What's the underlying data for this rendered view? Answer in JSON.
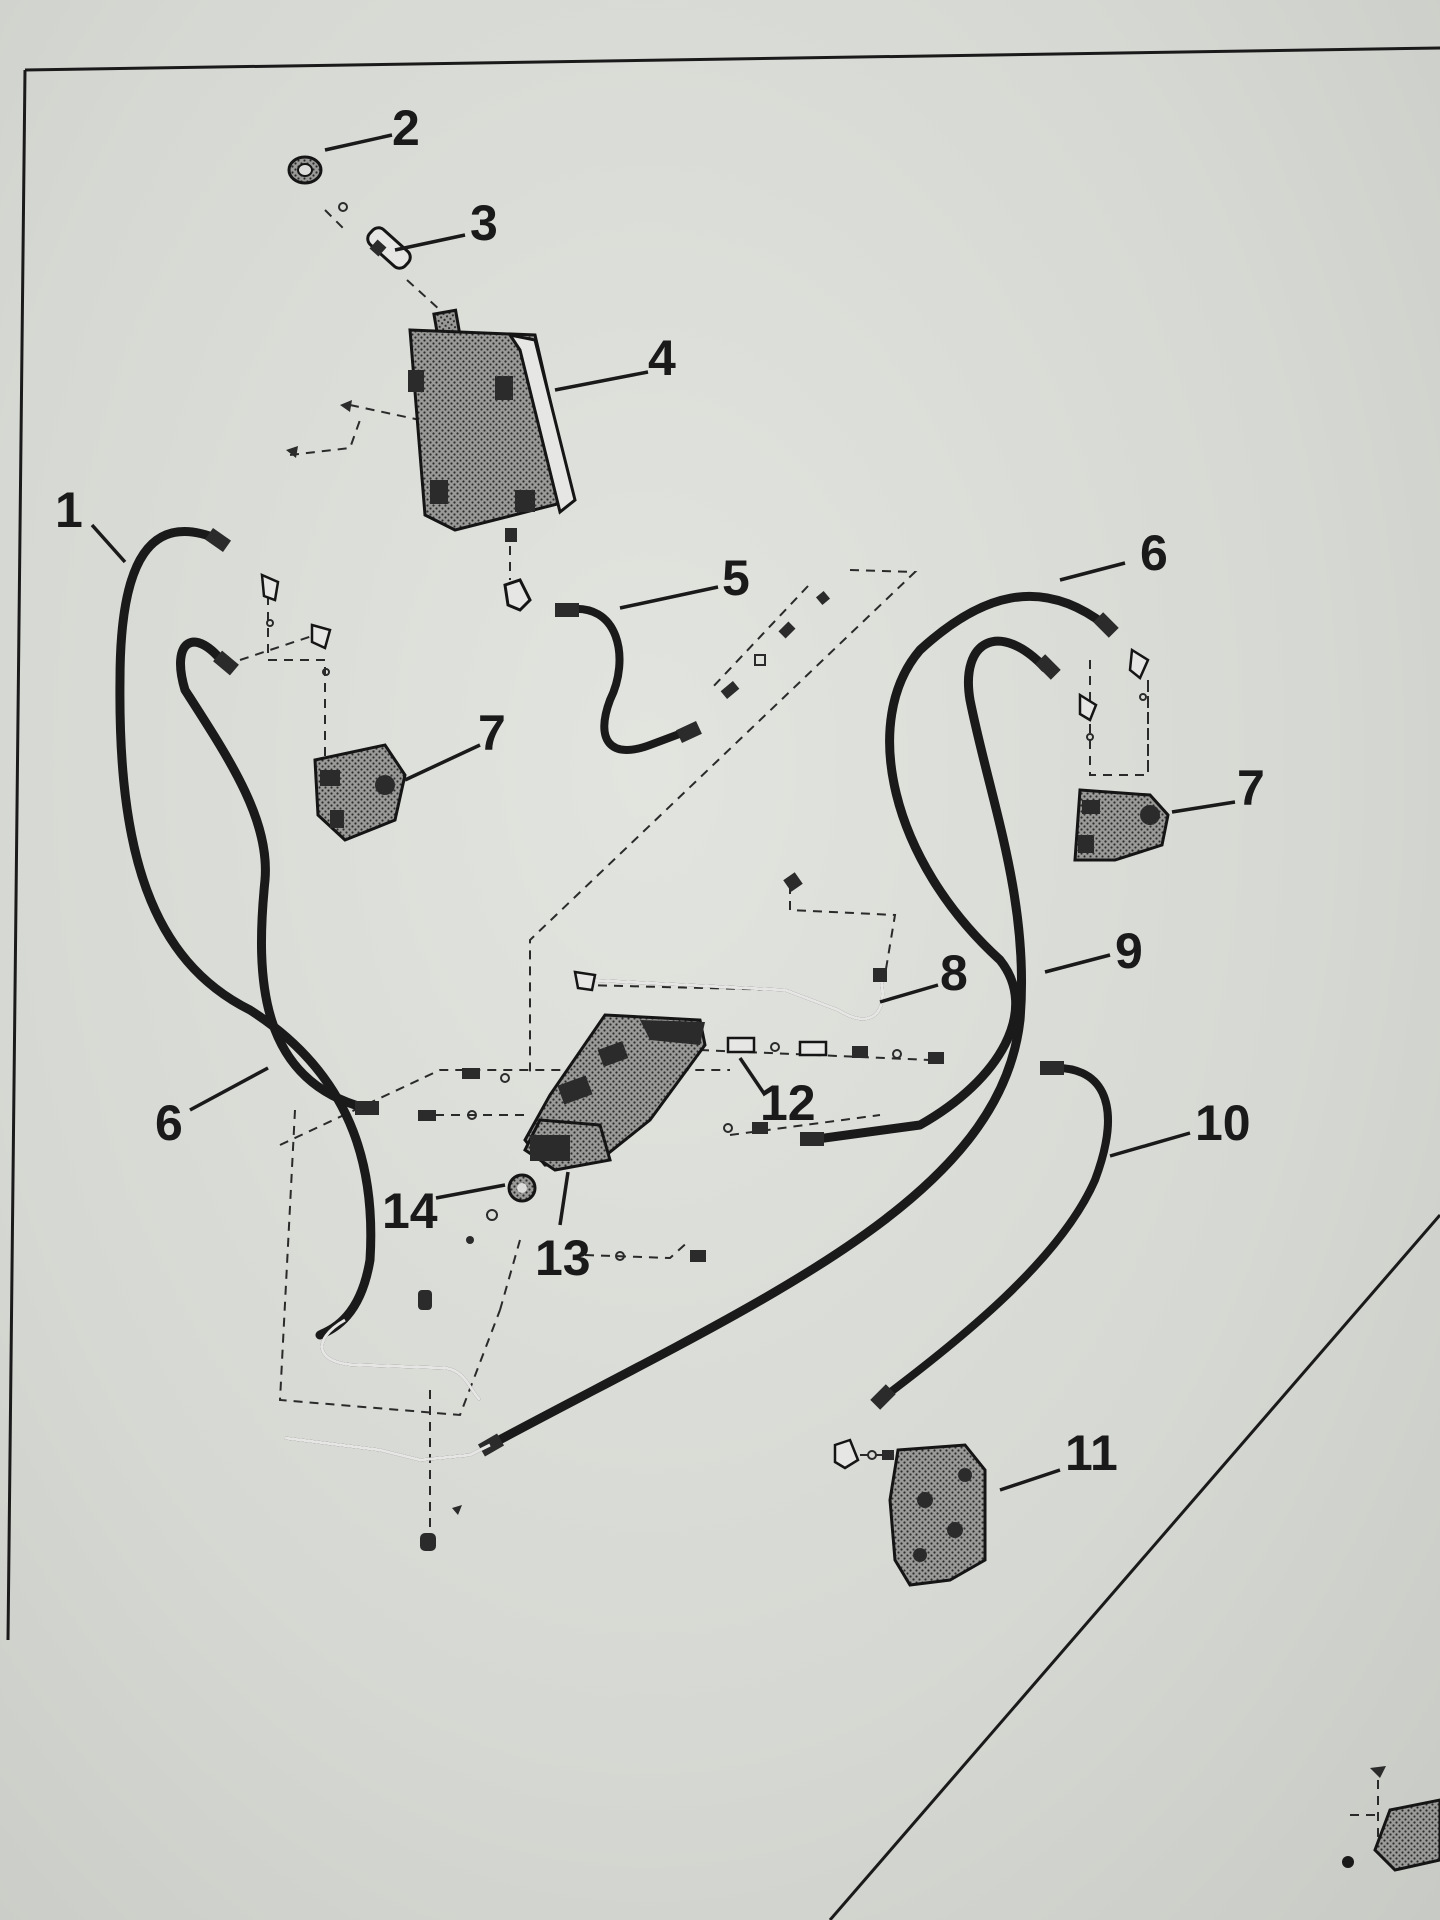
{
  "callouts": [
    "1",
    "2",
    "3",
    "4",
    "5",
    "6",
    "6",
    "7",
    "7",
    "8",
    "9",
    "10",
    "11",
    "12",
    "13",
    "14"
  ]
}
